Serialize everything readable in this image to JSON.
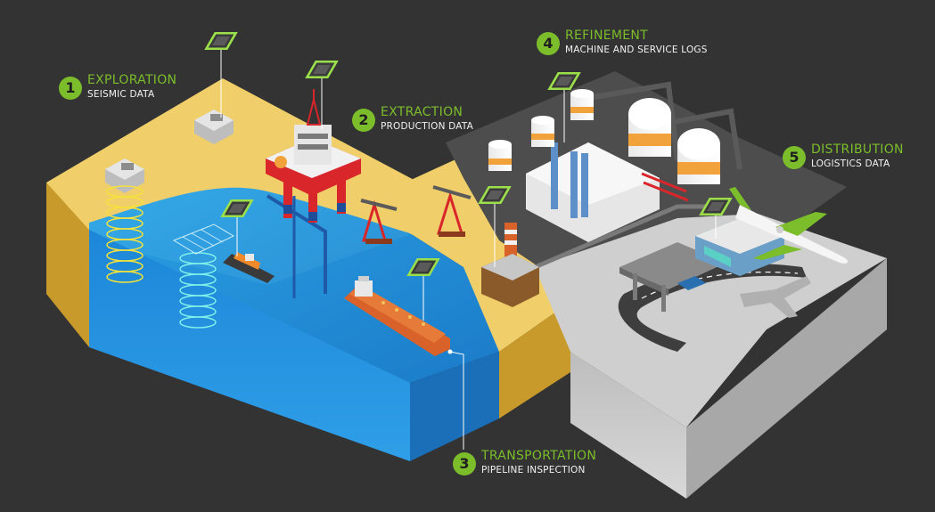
{
  "colors": {
    "background": "#333333",
    "accent_green": "#7bbd2a",
    "sand": "#e8c35a",
    "water": "#1f8fd8",
    "concrete": "#8a8a8a",
    "dark_ground": "#4a4a4a",
    "rig_red": "#d9262b",
    "tank_orange": "#f2a23a"
  },
  "stages": [
    {
      "number": "1",
      "title": "EXPLORATION",
      "subtitle": "SEISMIC DATA"
    },
    {
      "number": "2",
      "title": "EXTRACTION",
      "subtitle": "PRODUCTION DATA"
    },
    {
      "number": "3",
      "title": "TRANSPORTATION",
      "subtitle": "PIPELINE INSPECTION"
    },
    {
      "number": "4",
      "title": "REFINEMENT",
      "subtitle": "MACHINE AND SERVICE LOGS"
    },
    {
      "number": "5",
      "title": "DISTRIBUTION",
      "subtitle": "LOGISTICS DATA"
    }
  ],
  "icons": {
    "chip": "processor-chip-icon",
    "stage_badge": "numbered-circle-icon"
  }
}
